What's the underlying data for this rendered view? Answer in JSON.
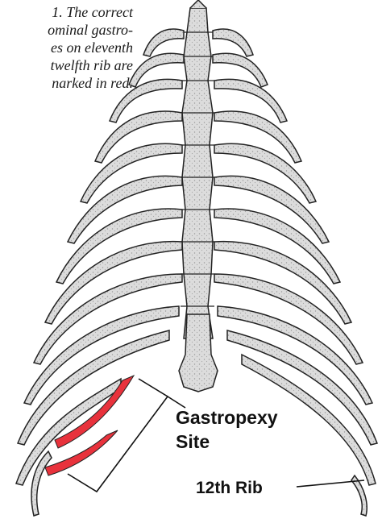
{
  "caption": {
    "text": "1. The correct\nominal gastro-\nes on eleventh\ntwelfth rib are\nnarked in red."
  },
  "labels": {
    "gastropexy_line1": "Gastropexy",
    "gastropexy_line2": "Site",
    "twelfth_rib": "12th Rib"
  },
  "colors": {
    "bone_fill": "#d9d9d9",
    "bone_stroke": "#222222",
    "highlight": "#e8323c"
  }
}
